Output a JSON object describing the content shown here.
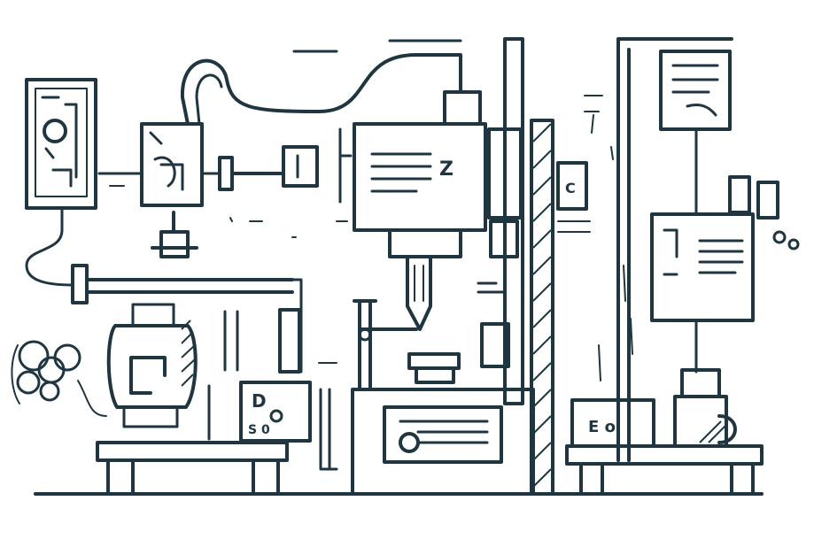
{
  "illustration": {
    "marking_main_panel": "Z",
    "marking_base_box": "E o",
    "marking_left_gauge": "D",
    "marking_left_gauge_sub": "S 0",
    "marking_right_panel": "C"
  },
  "colors": {
    "ink": "#1f3640",
    "background": "#ffffff"
  }
}
